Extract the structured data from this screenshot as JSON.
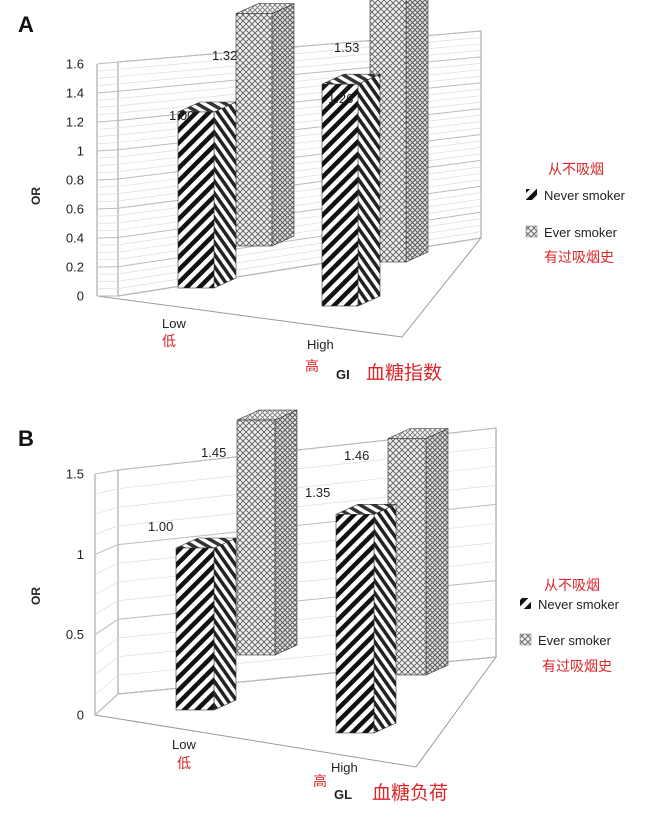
{
  "chart_data": [
    {
      "panel": "A",
      "type": "bar",
      "ylabel": "OR",
      "xlabel": "GI",
      "xlabel_cn": "血糖指数",
      "categories": [
        "Low",
        "High"
      ],
      "categories_cn": [
        "低",
        "高"
      ],
      "ylim": [
        0,
        1.6
      ],
      "yticks": [
        0,
        0.2,
        0.4,
        0.6,
        0.8,
        1,
        1.2,
        1.4,
        1.6
      ],
      "ytick_labels": [
        "0",
        "0.2",
        "0.4",
        "0.6",
        "0.8",
        "1",
        "1.2",
        "1.4",
        "1.6"
      ],
      "series": [
        {
          "name": "Never smoker",
          "name_cn": "从不吸烟",
          "values": [
            1.0,
            1.26
          ],
          "labels": [
            "1.00",
            "1.26"
          ],
          "pattern": "stripes"
        },
        {
          "name": "Ever smoker",
          "name_cn": "有过吸烟史",
          "values": [
            1.32,
            1.53
          ],
          "labels": [
            "1.32",
            "1.53"
          ],
          "pattern": "crosshatch"
        }
      ],
      "grid": true,
      "legend": "right"
    },
    {
      "panel": "B",
      "type": "bar",
      "ylabel": "OR",
      "xlabel": "GL",
      "xlabel_cn": "血糖负荷",
      "categories": [
        "Low",
        "High"
      ],
      "categories_cn": [
        "低",
        "高"
      ],
      "ylim": [
        0,
        1.5
      ],
      "yticks": [
        0,
        0.5,
        1,
        1.5
      ],
      "ytick_labels": [
        "0",
        "0.5",
        "1",
        "1.5"
      ],
      "series": [
        {
          "name": "Never smoker",
          "name_cn": "从不吸烟",
          "values": [
            1.0,
            1.35
          ],
          "labels": [
            "1.00",
            "1.35"
          ],
          "pattern": "stripes"
        },
        {
          "name": "Ever smoker",
          "name_cn": "有过吸烟史",
          "values": [
            1.45,
            1.46
          ],
          "labels": [
            "1.45",
            "1.46"
          ],
          "pattern": "crosshatch"
        }
      ],
      "grid": true,
      "legend": "right"
    }
  ]
}
